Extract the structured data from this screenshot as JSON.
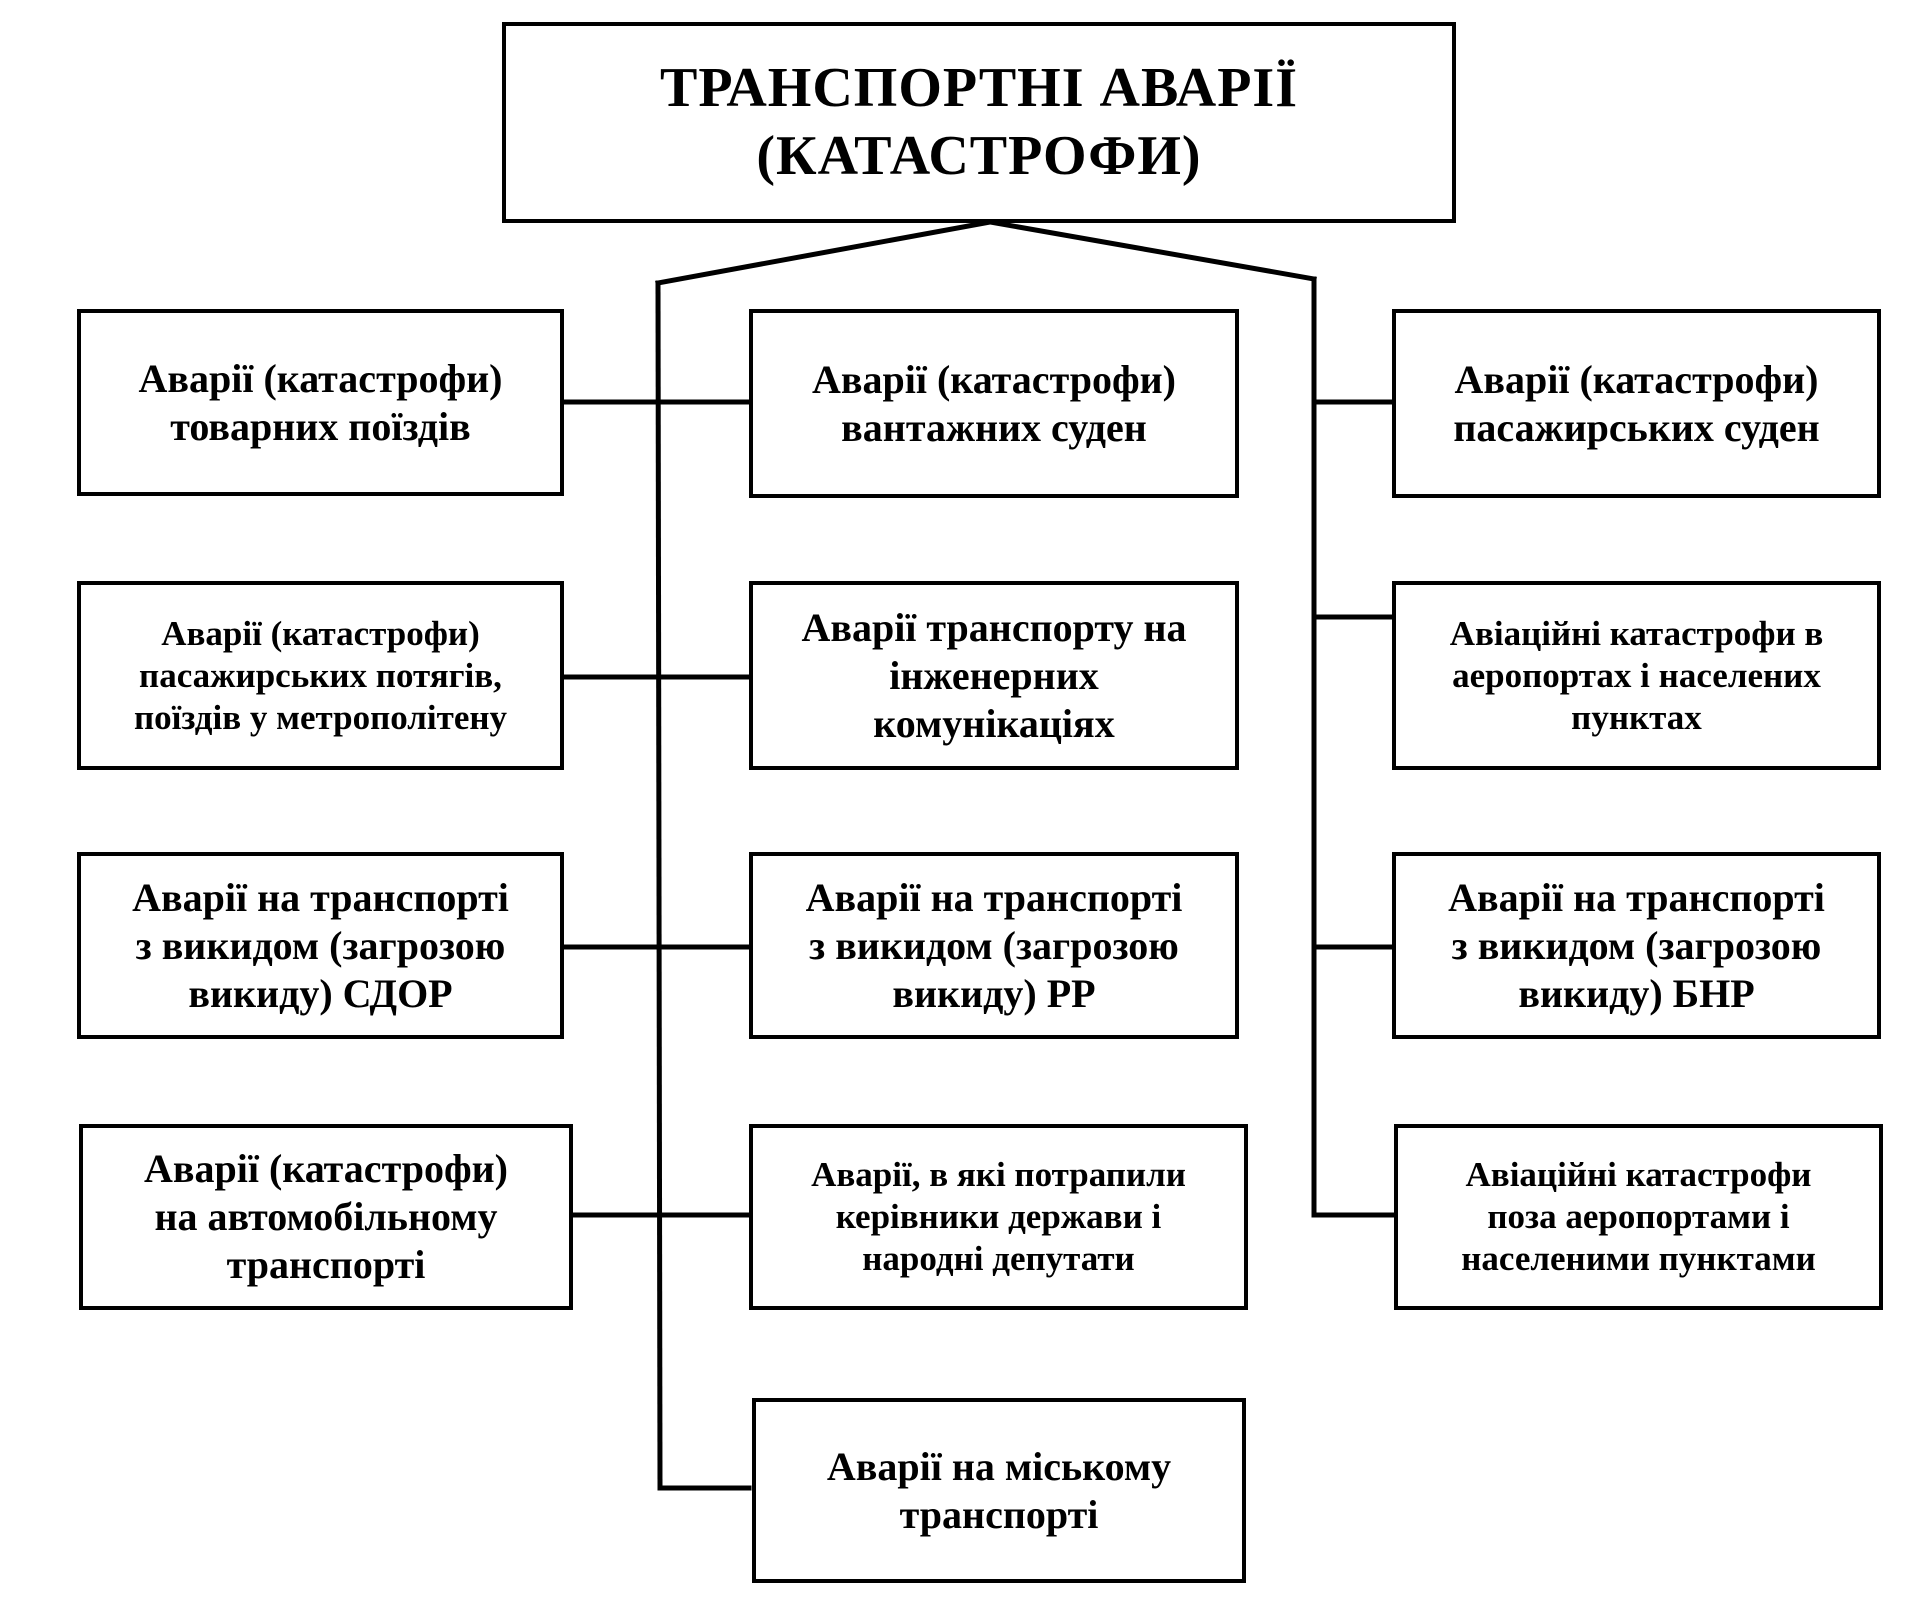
{
  "title": {
    "line1": "ТРАНСПОРТНІ АВАРІЇ",
    "line2": "(КАТАСТРОФИ)"
  },
  "left_column": [
    {
      "lines": [
        "Аварії (катастрофи)",
        "товарних поїздів"
      ]
    },
    {
      "lines": [
        "Аварії (катастрофи)",
        "пасажирських потягів,",
        "поїздів у метрополітену"
      ]
    },
    {
      "lines": [
        "Аварії на транспорті",
        "з викидом (загрозою",
        "викиду) СДОР"
      ]
    },
    {
      "lines": [
        "Аварії (катастрофи)",
        "на автомобільному",
        "транспорті"
      ]
    }
  ],
  "center_column": [
    {
      "lines": [
        "Аварії (катастрофи)",
        "вантажних суден"
      ]
    },
    {
      "lines": [
        "Аварії транспорту на",
        "інженерних",
        "комунікаціях"
      ]
    },
    {
      "lines": [
        "Аварії на транспорті",
        "з викидом (загрозою",
        "викиду) РР"
      ]
    },
    {
      "lines": [
        "Аварії, в які потрапили",
        "керівники держави і",
        "народні депутати"
      ]
    },
    {
      "lines": [
        "Аварії на міському",
        "транспорті"
      ]
    }
  ],
  "right_column": [
    {
      "lines": [
        "Аварії (катастрофи)",
        "пасажирських суден"
      ]
    },
    {
      "lines": [
        "Авіаційні катастрофи в",
        "аеропортах і населених",
        "пунктах"
      ]
    },
    {
      "lines": [
        "Аварії на транспорті",
        "з викидом (загрозою",
        "викиду) БНР"
      ]
    },
    {
      "lines": [
        "Авіаційні катастрофи",
        "поза аеропортами і",
        "населеними пунктами"
      ]
    }
  ]
}
